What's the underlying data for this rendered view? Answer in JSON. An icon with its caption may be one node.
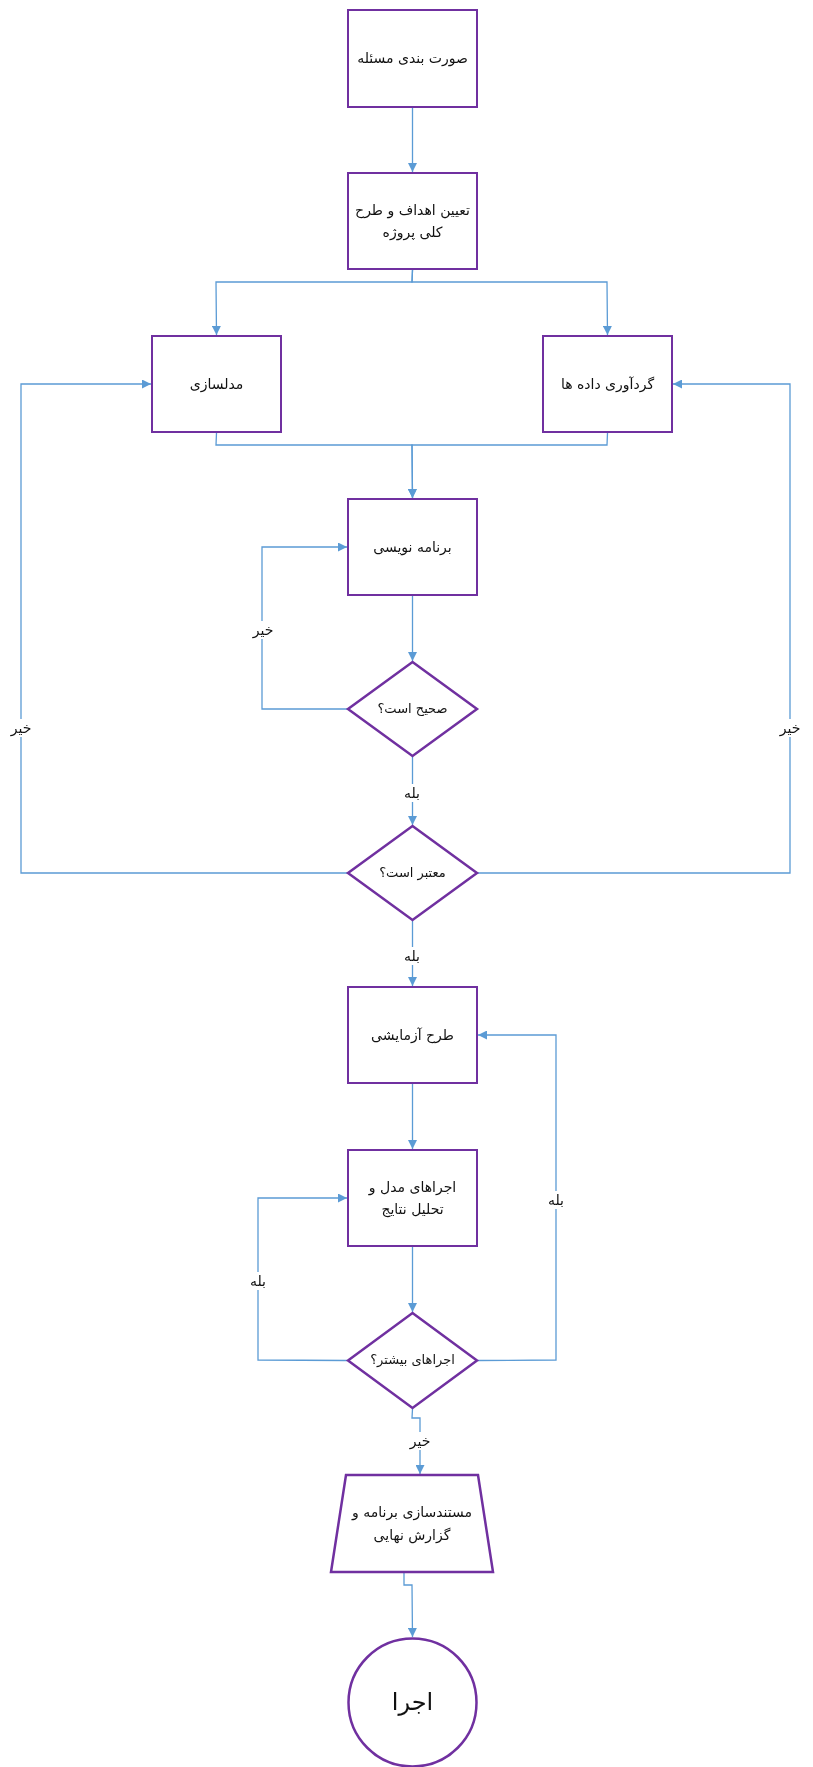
{
  "diagram": {
    "nodes": [
      {
        "text": [
          "صورت بندی مسئله"
        ]
      },
      {
        "text": [
          "تعیین اهداف و طرح کلی پروژه"
        ]
      },
      {
        "text": [
          "مدلسازی"
        ]
      },
      {
        "text": [
          "گردآوری داده ها"
        ]
      },
      {
        "text": [
          "برنامه نویسی"
        ]
      },
      {
        "text": [
          "صحیح است؟"
        ]
      },
      {
        "text": [
          "معتبر است؟"
        ]
      },
      {
        "text": [
          "طرح آزمایشی"
        ]
      },
      {
        "text": [
          "اجراهای مدل و تحلیل نتایج"
        ]
      },
      {
        "text": [
          "اجراهای بیشتر؟"
        ]
      },
      {
        "text": [
          "مستندسازی برنامه و گزارش نهایی"
        ]
      },
      {
        "text": [
          "اجرا"
        ]
      }
    ],
    "edges": [
      {
        "from": 0,
        "to": 1,
        "arrow": "to"
      },
      {
        "from": 1,
        "to": 2,
        "arrow": "to"
      },
      {
        "from": 1,
        "to": 3,
        "arrow": "to"
      },
      {
        "from": 2,
        "to": 4,
        "arrow": "to"
      },
      {
        "from": 3,
        "to": 4,
        "arrow": "to"
      },
      {
        "from": 4,
        "to": 5,
        "arrow": "to"
      },
      {
        "from": 5,
        "to": 4,
        "arrow": "to",
        "label": "خیر"
      },
      {
        "from": 5,
        "to": 6,
        "arrow": "to",
        "label": "بله"
      },
      {
        "from": 6,
        "to": 2,
        "arrow": "to",
        "label": "خیر"
      },
      {
        "from": 6,
        "to": 3,
        "arrow": "to",
        "label": "خیر"
      },
      {
        "from": 6,
        "to": 7,
        "arrow": "to",
        "label": "بله"
      },
      {
        "from": 7,
        "to": 8,
        "arrow": "to"
      },
      {
        "from": 8,
        "to": 9,
        "arrow": "to"
      },
      {
        "from": 9,
        "to": 8,
        "arrow": "to",
        "label": "بله"
      },
      {
        "from": 9,
        "to": 7,
        "arrow": "to",
        "label": "بله"
      },
      {
        "from": 9,
        "to": 10,
        "arrow": "to",
        "label": "خیر"
      },
      {
        "from": 10,
        "to": 11,
        "arrow": "to"
      }
    ]
  }
}
